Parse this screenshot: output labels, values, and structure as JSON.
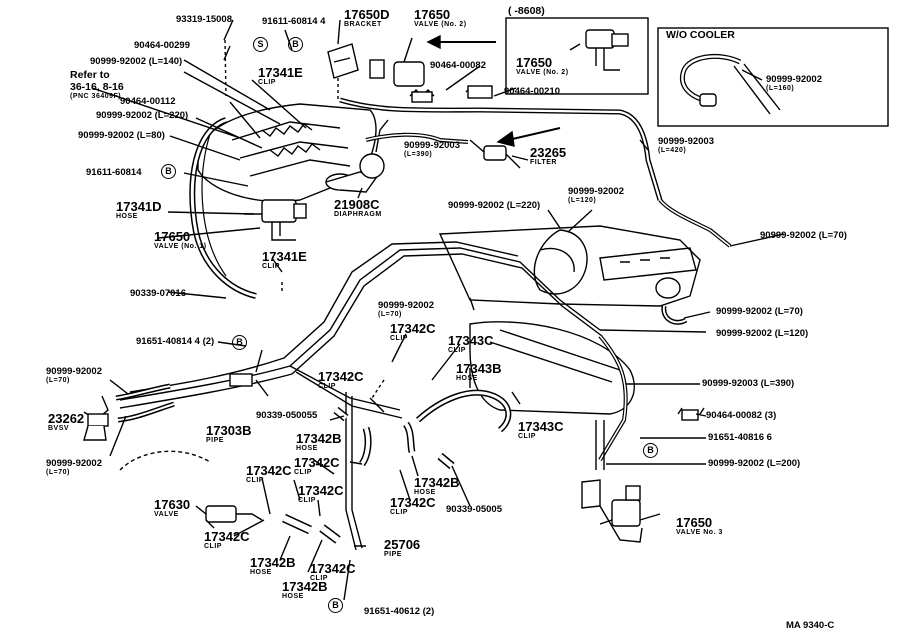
{
  "labels": {
    "p93319": "93319-15008",
    "p91611a": "91611-60814",
    "p91611a_qty": "4",
    "p17650D": "17650D",
    "p17650D_sub": "BRACKET",
    "p17650_2": "17650",
    "p17650_2_sub": "VALVE (No. 2)",
    "p90464_299": "90464-00299",
    "p90999_140": "90999-92002",
    "p90999_140_len": "(L=140)",
    "refer_to": "Refer to",
    "refer_num": "36-16, 8-16",
    "refer_pnc": "(PNC 36409F)",
    "p17341E_a": "17341E",
    "p17341E_a_sub": "CLIP",
    "p90464_112": "90464-00112",
    "p90999_220a": "90999-92002",
    "p90999_220a_len": "(L=220)",
    "p90999_80": "90999-92002",
    "p90999_80_len": "(L=80)",
    "p91611b": "91611-60814",
    "p17341D": "17341D",
    "p17341D_sub": "HOSE",
    "p17650_1": "17650",
    "p17650_1_sub": "VALVE (No. 1)",
    "p17341E_b": "17341E",
    "p17341E_b_sub": "CLIP",
    "p90339_7016": "90339-07016",
    "p91651_40814": "91651-40814",
    "p91651_40814_qty": "4 (2)",
    "p21908C": "21908C",
    "p21908C_sub": "DIAPHRAGM",
    "p90464_82a": "90464-00082",
    "p90464_210": "90464-00210",
    "p90999_390a": "90999-92003",
    "p90999_390a_len": "(L=390)",
    "p23265": "23265",
    "p23265_sub": "FILTER",
    "p90999_420": "90999-92003",
    "p90999_420_len": "(L=420)",
    "inset_date": "(        -8608)",
    "inset_17650": "17650",
    "inset_17650_sub": "VALVE (No. 2)",
    "wo_cooler": "W/O COOLER",
    "p90999_160": "90999-92002",
    "p90999_160_len": "(L=160)",
    "p90999_220b": "90999-92002",
    "p90999_220b_len": "(L=220)",
    "p90999_120a": "90999-92002",
    "p90999_120a_len": "(L=120)",
    "p90999_70a": "90999-92002",
    "p90999_70a_len": "(L=70)",
    "p90999_70b": "90999-92002",
    "p90999_70b_len": "(L=70)",
    "p90999_70c": "90999-92002",
    "p90999_70c_len": "(L=70)",
    "p90999_120b": "90999-92002",
    "p90999_120b_len": "(L=120)",
    "p17342C_a": "17342C",
    "p17342C_a_sub": "CLIP",
    "p17343C_a": "17343C",
    "p17343C_a_sub": "CLIP",
    "p17343B": "17343B",
    "p17343B_sub": "HOSE",
    "p90999_390b": "90999-92003",
    "p90999_390b_len": "(L=390)",
    "p90999_70L": "90999-92002",
    "p90999_70L_len": "(L=70)",
    "p23262": "23262",
    "p23262_sub": "BVSV",
    "p17303B": "17303B",
    "p17303B_sub": "PIPE",
    "p17342C_b": "17342C",
    "p17342C_b_sub": "CLIP",
    "p90339_05005a": "90339-05005",
    "p90339_05005a_qty": "5",
    "p17342B_a": "17342B",
    "p17342B_a_sub": "HOSE",
    "p17343C_b": "17343C",
    "p17343C_b_sub": "CLIP",
    "p90464_82b": "90464-00082",
    "p90464_82b_qty": "(3)",
    "p91651_40816": "91651-40816",
    "p91651_40816_qty": "6",
    "p90999_70M": "90999-92002",
    "p90999_70M_len": "(L=70)",
    "p90999_200": "90999-92002",
    "p90999_200_len": "(L=200)",
    "p17342C_c": "17342C",
    "p17342C_c_sub": "CLIP",
    "p17342C_d": "17342C",
    "p17342C_d_sub": "CLIP",
    "p17342B_b": "17342B",
    "p17342B_b_sub": "HOSE",
    "p17342C_e": "17342C",
    "p17342C_e_sub": "CLIP",
    "p17342C_f": "17342C",
    "p17342C_f_sub": "CLIP",
    "p90339_05005b": "90339-05005",
    "p17630": "17630",
    "p17630_sub": "VALVE",
    "p17342C_g": "17342C",
    "p17342C_g_sub": "CLIP",
    "p17342B_c": "17342B",
    "p17342B_c_sub": "HOSE",
    "p17342C_h": "17342C",
    "p17342C_h_sub": "CLIP",
    "p17342B_d": "17342B",
    "p17342B_d_sub": "HOSE",
    "p25706": "25706",
    "p25706_sub": "PIPE",
    "p91651_40612": "91651-40612",
    "p91651_40612_qty": "(2)",
    "p17650_3": "17650",
    "p17650_3_sub": "VALVE No. 3",
    "footer_code": "MA  9340-C"
  },
  "markers": {
    "s": "S",
    "b": "B"
  }
}
